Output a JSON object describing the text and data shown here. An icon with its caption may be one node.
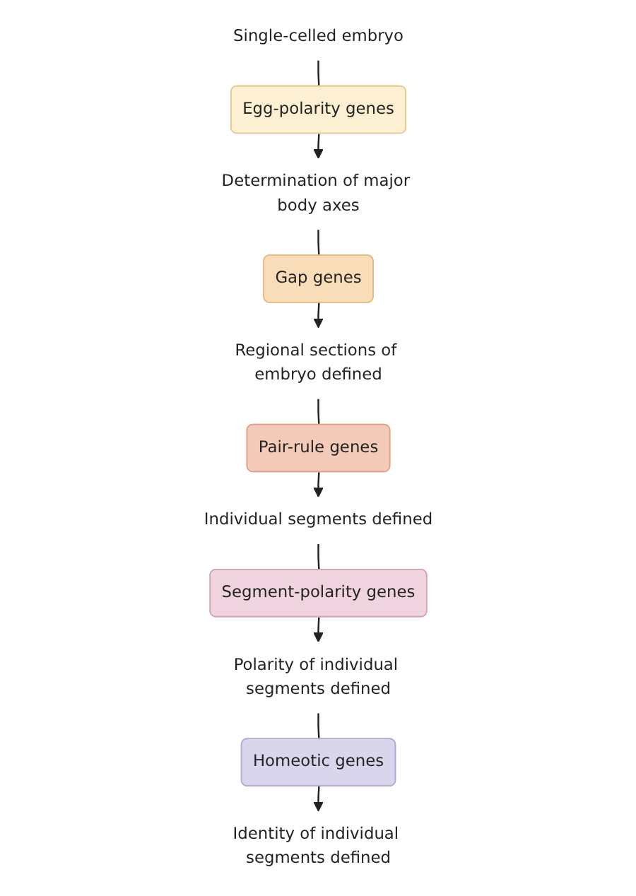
{
  "diagram": {
    "nodes": [
      {
        "text": [
          "Single-celled embryo"
        ]
      },
      {
        "text": [
          "Egg-polarity genes"
        ]
      },
      {
        "text": [
          "Determination of major body axes"
        ]
      },
      {
        "text": [
          "Gap genes"
        ]
      },
      {
        "text": [
          "Regional sections of embryo defined"
        ]
      },
      {
        "text": [
          "Pair-rule genes"
        ]
      },
      {
        "text": [
          "Individual segments defined"
        ]
      },
      {
        "text": [
          "Segment-polarity genes"
        ]
      },
      {
        "text": [
          "Polarity of individual segments defined"
        ]
      },
      {
        "text": [
          "Homeotic genes"
        ]
      },
      {
        "text": [
          "Identity of individual segments defined"
        ]
      }
    ],
    "edges": [
      {
        "from": 0,
        "to": 1,
        "arrow": "none"
      },
      {
        "from": 1,
        "to": 2,
        "arrow": "to"
      },
      {
        "from": 2,
        "to": 3,
        "arrow": "none"
      },
      {
        "from": 3,
        "to": 4,
        "arrow": "to"
      },
      {
        "from": 4,
        "to": 5,
        "arrow": "none"
      },
      {
        "from": 5,
        "to": 6,
        "arrow": "to"
      },
      {
        "from": 6,
        "to": 7,
        "arrow": "none"
      },
      {
        "from": 7,
        "to": 8,
        "arrow": "to"
      },
      {
        "from": 8,
        "to": 9,
        "arrow": "none"
      },
      {
        "from": 9,
        "to": 10,
        "arrow": "to"
      }
    ]
  }
}
